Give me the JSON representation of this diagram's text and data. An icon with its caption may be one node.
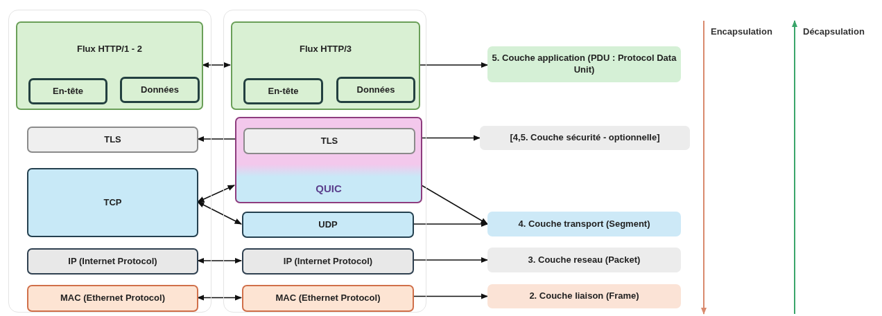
{
  "diagram": {
    "nodes": [
      {
        "text": [],
        "shape": "box"
      },
      {
        "text": [
          "Flux HTTP/1 - 2"
        ],
        "in": 0
      },
      {
        "text": [
          "En-tête"
        ],
        "in": 1
      },
      {
        "text": [
          "Données"
        ],
        "in": 1
      },
      {
        "text": [
          "TLS"
        ],
        "in": 0
      },
      {
        "text": [
          "TCP"
        ],
        "in": 0
      },
      {
        "text": [
          "IP (Internet Protocol)"
        ],
        "in": 0
      },
      {
        "text": [
          "MAC (Ethernet Protocol)"
        ],
        "in": 0
      },
      {
        "text": [],
        "shape": "box"
      },
      {
        "text": [
          "Flux HTTP/3"
        ],
        "in": 8
      },
      {
        "text": [
          "En-tête"
        ],
        "in": 9
      },
      {
        "text": [
          "Données"
        ],
        "in": 9
      },
      {
        "text": [
          "QUIC"
        ],
        "in": 8
      },
      {
        "text": [
          "TLS"
        ],
        "in": 12
      },
      {
        "text": [
          "UDP"
        ],
        "in": 8
      },
      {
        "text": [
          "IP (Internet Protocol)"
        ],
        "in": 8
      },
      {
        "text": [
          "MAC (Ethernet Protocol)"
        ],
        "in": 8
      },
      {
        "text": [
          "5. Couche application (PDU : Protocol Data Unit)"
        ]
      },
      {
        "text": [
          "[4,5. Couche sécurité - optionnelle]"
        ]
      },
      {
        "text": [
          "4. Couche transport (Segment)"
        ]
      },
      {
        "text": [
          "3. Couche reseau (Packet)"
        ]
      },
      {
        "text": [
          "2. Couche liaison (Frame)"
        ]
      }
    ],
    "edges": [
      {
        "from": 1,
        "to": 9,
        "arrow": "both"
      },
      {
        "from": 9,
        "to": 17,
        "arrow": "to"
      },
      {
        "from": 4,
        "to": 13,
        "arrow": "both"
      },
      {
        "from": 13,
        "to": 18,
        "arrow": "to"
      },
      {
        "from": 5,
        "to": 12,
        "arrow": "both"
      },
      {
        "from": 5,
        "to": 14,
        "arrow": "both"
      },
      {
        "from": 12,
        "to": 19,
        "arrow": "to"
      },
      {
        "from": 14,
        "to": 19,
        "arrow": "to"
      },
      {
        "from": 6,
        "to": 15,
        "arrow": "both"
      },
      {
        "from": 15,
        "to": 20,
        "arrow": "to"
      },
      {
        "from": 7,
        "to": 16,
        "arrow": "both"
      },
      {
        "from": 16,
        "to": 21,
        "arrow": "to"
      }
    ],
    "labels": [
      "Encapsulation",
      "Décapsulation"
    ]
  }
}
